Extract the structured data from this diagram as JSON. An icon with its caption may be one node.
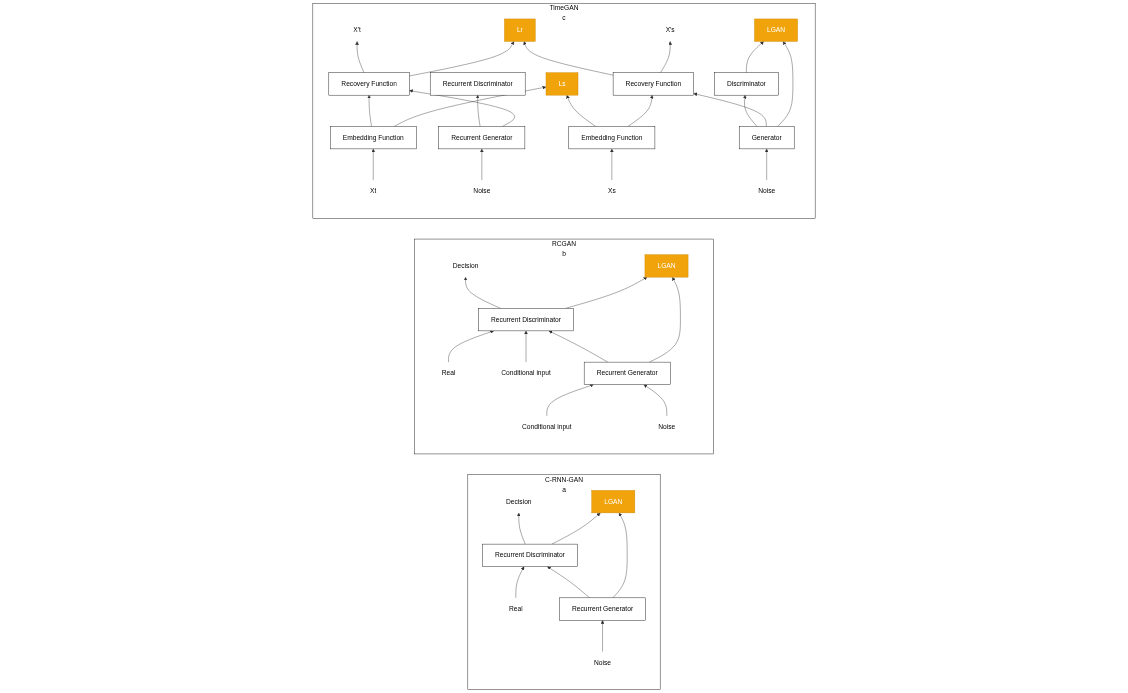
{
  "diagram": {
    "nodes": [
      {
        "text": [
          "C-RNN-GAN",
          "a"
        ]
      },
      {
        "text": [
          "Decision"
        ],
        "in": 0
      },
      {
        "text": [
          "Recurrent Discriminator"
        ],
        "in": 0
      },
      {
        "text": [
          "Real"
        ],
        "in": 0
      },
      {
        "text": [
          "LGAN"
        ],
        "in": 0
      },
      {
        "text": [
          "Recurrent Generator"
        ],
        "in": 0
      },
      {
        "text": [
          "Noise"
        ],
        "in": 0
      },
      {
        "text": [
          "RCGAN",
          "b"
        ]
      },
      {
        "text": [
          "Decision"
        ],
        "in": 7
      },
      {
        "text": [
          "Recurrent Discriminator"
        ],
        "in": 7
      },
      {
        "text": [
          "Real"
        ],
        "in": 7
      },
      {
        "text": [
          "Conditional input"
        ],
        "in": 7
      },
      {
        "text": [
          "LGAN"
        ],
        "in": 7
      },
      {
        "text": [
          "Recurrent Generator"
        ],
        "in": 7
      },
      {
        "text": [
          "Conditional input"
        ],
        "in": 7
      },
      {
        "text": [
          "Noise"
        ],
        "in": 7
      },
      {
        "text": [
          "TimeGAN",
          "c"
        ]
      },
      {
        "text": [
          "X't"
        ],
        "in": 16
      },
      {
        "text": [
          "Lr"
        ],
        "in": 16
      },
      {
        "text": [
          "X's"
        ],
        "in": 16
      },
      {
        "text": [
          "Recovery Function"
        ],
        "in": 16
      },
      {
        "text": [
          "Recurrent Discriminator"
        ],
        "in": 16
      },
      {
        "text": [
          "Recovery Function"
        ],
        "in": 16
      },
      {
        "text": [
          "Discriminator"
        ],
        "in": 16
      },
      {
        "text": [
          "LGAN"
        ],
        "in": 16
      },
      {
        "text": [
          "Ls"
        ],
        "in": 16
      },
      {
        "text": [
          "Embedding Function"
        ],
        "in": 16
      },
      {
        "text": [
          "Recurrent Generator"
        ],
        "in": 16
      },
      {
        "text": [
          "Embedding Function"
        ],
        "in": 16
      },
      {
        "text": [
          "Generator"
        ],
        "in": 16
      },
      {
        "text": [
          "Xt"
        ],
        "in": 16
      },
      {
        "text": [
          "Noise"
        ],
        "in": 16
      },
      {
        "text": [
          "Xs"
        ],
        "in": 16
      },
      {
        "text": [
          "Noise"
        ],
        "in": 16
      }
    ],
    "edges": [
      {
        "from": 2,
        "to": 1,
        "arrow": "to"
      },
      {
        "from": 3,
        "to": 2,
        "arrow": "to"
      },
      {
        "from": 5,
        "to": 2,
        "arrow": "to"
      },
      {
        "from": 2,
        "to": 4,
        "arrow": "to"
      },
      {
        "from": 5,
        "to": 4,
        "arrow": "to"
      },
      {
        "from": 6,
        "to": 5,
        "arrow": "to"
      },
      {
        "from": 9,
        "to": 8,
        "arrow": "to"
      },
      {
        "from": 10,
        "to": 9,
        "arrow": "to"
      },
      {
        "from": 11,
        "to": 9,
        "arrow": "to"
      },
      {
        "from": 13,
        "to": 9,
        "arrow": "to"
      },
      {
        "from": 9,
        "to": 12,
        "arrow": "to"
      },
      {
        "from": 13,
        "to": 12,
        "arrow": "to"
      },
      {
        "from": 14,
        "to": 13,
        "arrow": "to"
      },
      {
        "from": 15,
        "to": 13,
        "arrow": "to"
      },
      {
        "from": 20,
        "to": 17,
        "arrow": "to"
      },
      {
        "from": 20,
        "to": 18,
        "arrow": "to"
      },
      {
        "from": 22,
        "to": 18,
        "arrow": "to"
      },
      {
        "from": 22,
        "to": 19,
        "arrow": "to"
      },
      {
        "from": 27,
        "to": 21,
        "arrow": "to"
      },
      {
        "from": 27,
        "to": 20,
        "arrow": "to"
      },
      {
        "from": 29,
        "to": 23,
        "arrow": "to"
      },
      {
        "from": 29,
        "to": 22,
        "arrow": "to"
      },
      {
        "from": 23,
        "to": 24,
        "arrow": "to"
      },
      {
        "from": 29,
        "to": 24,
        "arrow": "to"
      },
      {
        "from": 26,
        "to": 20,
        "arrow": "to"
      },
      {
        "from": 26,
        "to": 25,
        "arrow": "to"
      },
      {
        "from": 28,
        "to": 25,
        "arrow": "to"
      },
      {
        "from": 28,
        "to": 22,
        "arrow": "to"
      },
      {
        "from": 30,
        "to": 26,
        "arrow": "to"
      },
      {
        "from": 31,
        "to": 27,
        "arrow": "to"
      },
      {
        "from": 32,
        "to": 28,
        "arrow": "to"
      },
      {
        "from": 33,
        "to": 29,
        "arrow": "to"
      }
    ]
  }
}
